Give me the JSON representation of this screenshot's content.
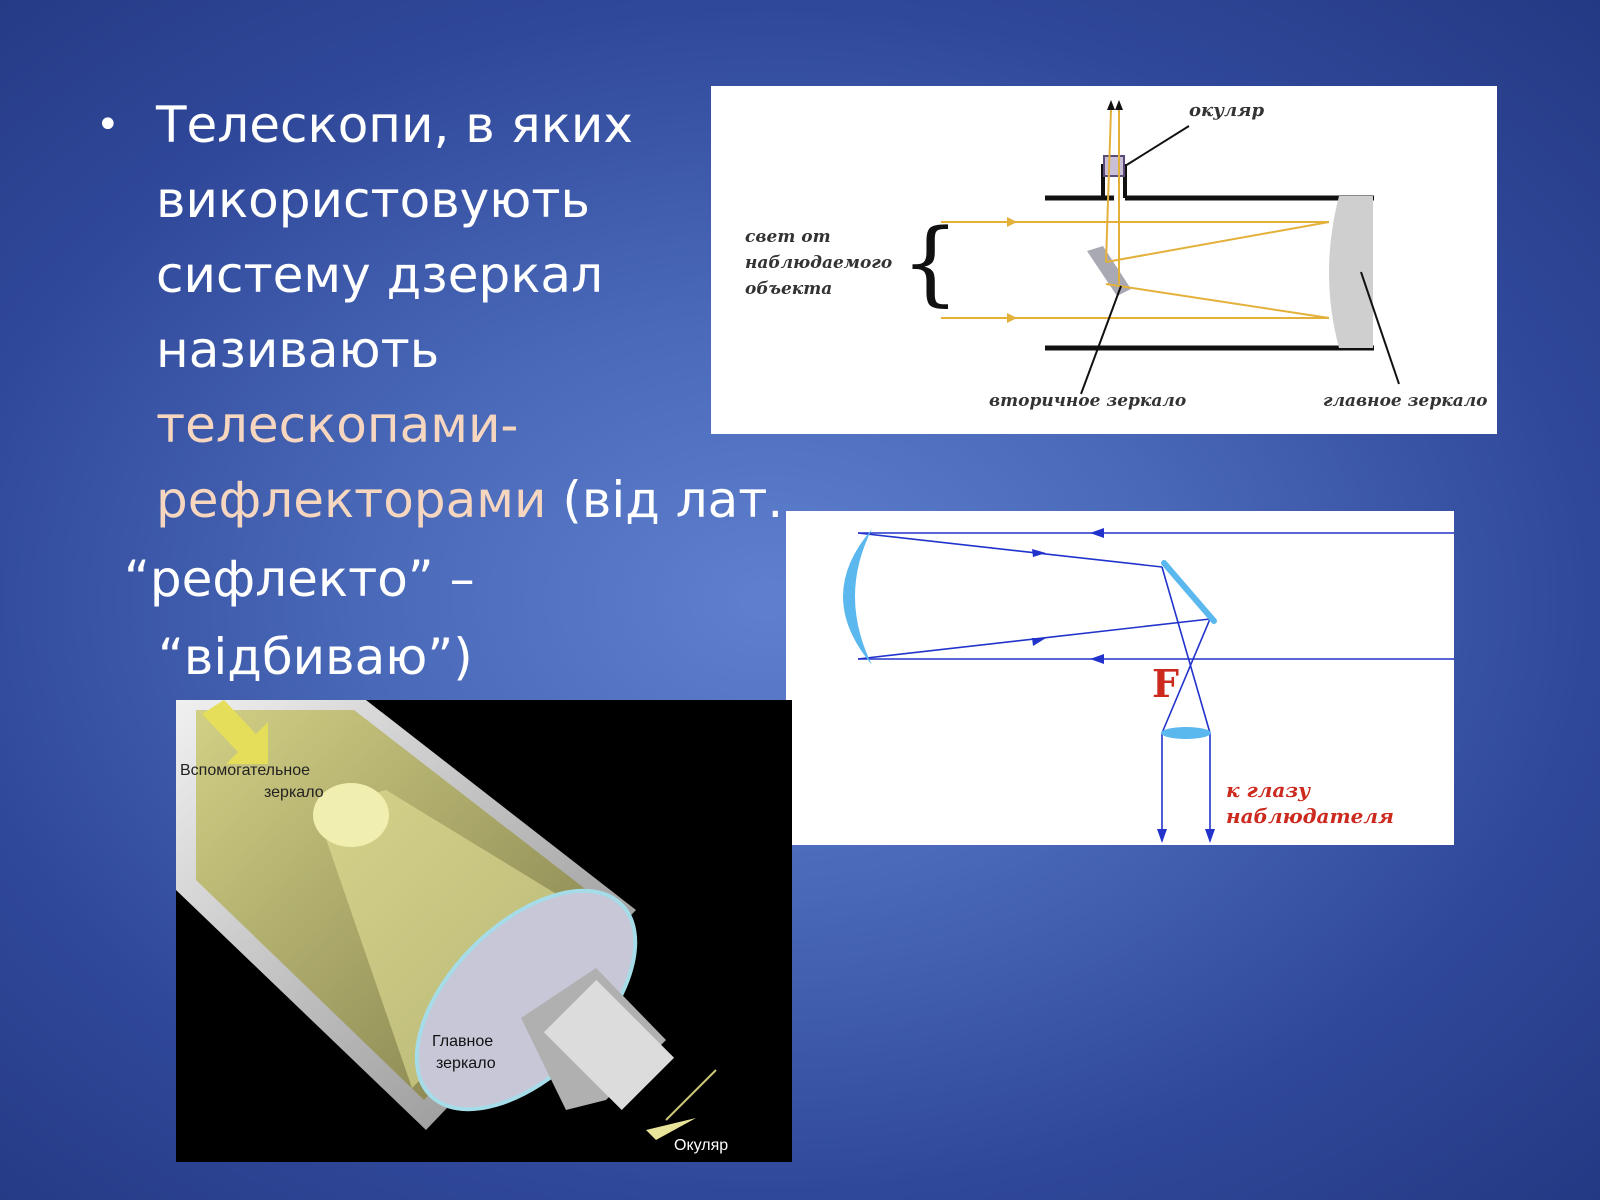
{
  "slide": {
    "bullet_symbol": "•",
    "lines": [
      "Телескопи, в яких",
      "використовують",
      "систему дзеркал",
      "називають"
    ],
    "accent_lines": [
      "телескопами-",
      "рефлекторами"
    ],
    "after_accent": " (від лат.",
    "latin_line1": "“рефлекто” –",
    "latin_line2": "“відбиваю”)"
  },
  "diagram_newton": {
    "label_eyepiece": "окуляр",
    "label_light_1": "свет от",
    "label_light_2": "наблюдаемого",
    "label_light_3": "объекта",
    "label_secondary": "вторичное зеркало",
    "label_primary": "главное зеркало"
  },
  "diagram_rays": {
    "label_focus": "F",
    "label_eye_1": "к глазу",
    "label_eye_2": "наблюдателя"
  },
  "render_image": {
    "label_aux_1": "Вспомогательное",
    "label_aux_2": "зеркало",
    "label_main_1": "Главное",
    "label_main_2": "зеркало",
    "label_eyepiece": "Окуляр"
  },
  "colors": {
    "background": "#4968b8",
    "text": "#ffffff",
    "accent_text": "#f6d6bf",
    "ray_blue": "#2233cc",
    "mirror_blue": "#5bb8ee",
    "focus_red": "#cc2a1e",
    "light_gold": "#e3b13a"
  }
}
